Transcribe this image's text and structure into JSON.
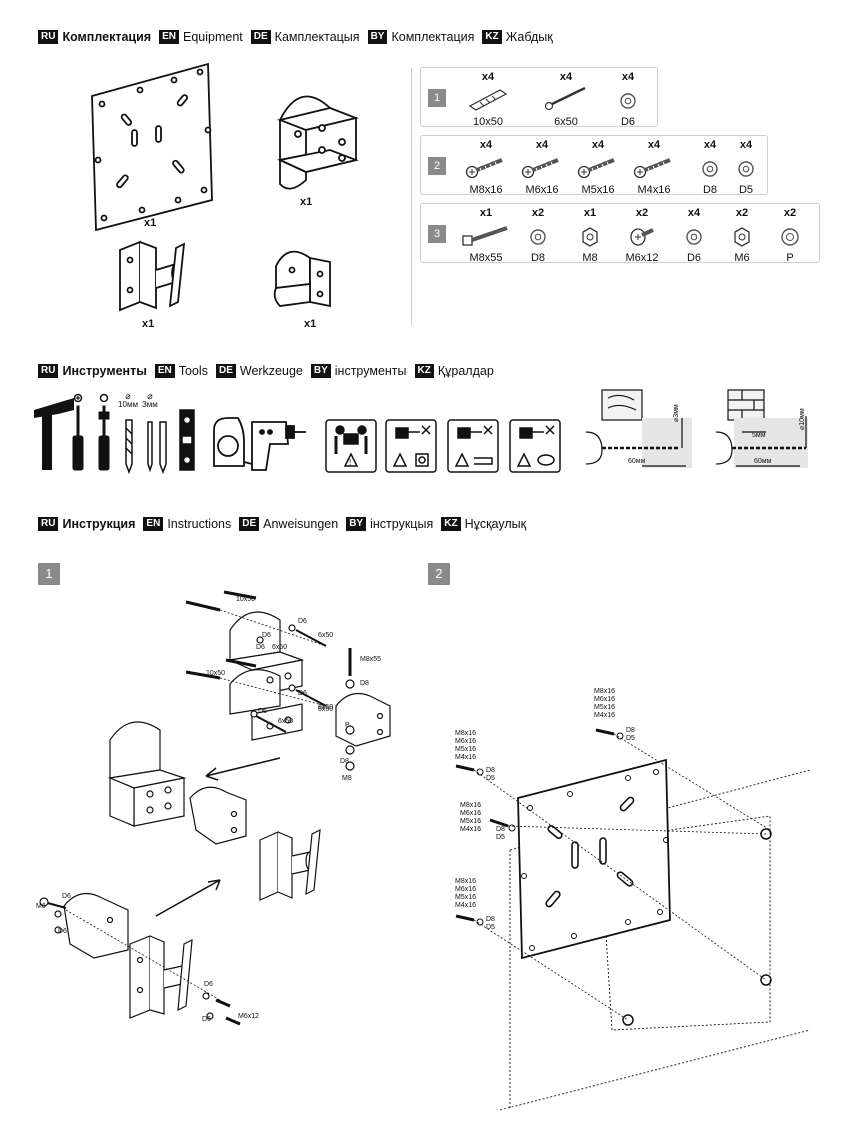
{
  "headers": {
    "equipment": [
      {
        "lang": "RU",
        "text": "Комплектация",
        "bold": true
      },
      {
        "lang": "EN",
        "text": "Equipment"
      },
      {
        "lang": "DE",
        "text": "Камплектацыя"
      },
      {
        "lang": "BY",
        "text": "Комплектация"
      },
      {
        "lang": "KZ",
        "text": "Жабдық"
      }
    ],
    "tools": [
      {
        "lang": "RU",
        "text": "Инструменты",
        "bold": true
      },
      {
        "lang": "EN",
        "text": "Tools"
      },
      {
        "lang": "DE",
        "text": "Werkzeuge"
      },
      {
        "lang": "BY",
        "text": "інструменты"
      },
      {
        "lang": "KZ",
        "text": "Құралдар"
      }
    ],
    "instructions": [
      {
        "lang": "RU",
        "text": "Инструкция",
        "bold": true
      },
      {
        "lang": "EN",
        "text": "Instructions"
      },
      {
        "lang": "DE",
        "text": "Anweisungen"
      },
      {
        "lang": "BY",
        "text": "інструкцыя"
      },
      {
        "lang": "KZ",
        "text": "Нұсқаулық"
      }
    ]
  },
  "equipment": {
    "captions": [
      "x1",
      "x1",
      "x1",
      "x1"
    ]
  },
  "kits": [
    {
      "number": "1",
      "parts": [
        {
          "qty": "x4",
          "label": "10x50",
          "icon": "dowel-icon"
        },
        {
          "qty": "x4",
          "label": "6x50",
          "icon": "wood-screw-icon"
        },
        {
          "qty": "x4",
          "label": "D6",
          "icon": "washer-icon"
        }
      ]
    },
    {
      "number": "2",
      "parts": [
        {
          "qty": "x4",
          "label": "M8x16",
          "icon": "bolt-icon"
        },
        {
          "qty": "x4",
          "label": "M6x16",
          "icon": "bolt-icon"
        },
        {
          "qty": "x4",
          "label": "M5x16",
          "icon": "bolt-icon"
        },
        {
          "qty": "x4",
          "label": "M4x16",
          "icon": "bolt-icon"
        },
        {
          "qty": "x4",
          "label": "D8",
          "icon": "washer-icon"
        },
        {
          "qty": "x4",
          "label": "D5",
          "icon": "washer-icon"
        }
      ]
    },
    {
      "number": "3",
      "parts": [
        {
          "qty": "x1",
          "label": "M8x55",
          "icon": "long-bolt-icon"
        },
        {
          "qty": "x2",
          "label": "D8",
          "icon": "washer-icon"
        },
        {
          "qty": "x1",
          "label": "M8",
          "icon": "nut-icon"
        },
        {
          "qty": "x2",
          "label": "M6x12",
          "icon": "short-bolt-icon"
        },
        {
          "qty": "x4",
          "label": "D6",
          "icon": "washer-icon"
        },
        {
          "qty": "x2",
          "label": "M6",
          "icon": "nut-icon"
        },
        {
          "qty": "x2",
          "label": "P",
          "icon": "spacer-icon"
        }
      ]
    }
  ],
  "tools": {
    "drill_labels": [
      {
        "symbol": "⌀",
        "text": "10мм"
      },
      {
        "symbol": "⌀",
        "text": "3мм"
      }
    ],
    "wood_diagram": {
      "depth": "60мм",
      "diameter": "⌀3мм"
    },
    "brick_diagram": {
      "offset": "5мм",
      "depth": "60мм",
      "diameter": "⌀10мм"
    }
  },
  "steps": [
    {
      "number": "1",
      "labels": [
        "10x50",
        "D6",
        "6x50",
        "D6",
        "6x50",
        "10x50",
        "D6",
        "6x50",
        "D6",
        "6x50",
        "D6",
        "6x50",
        "M8x55",
        "D8",
        "P",
        "D8",
        "M8",
        "D6",
        "M6",
        "D6",
        "D6",
        "D6",
        "M6x12"
      ]
    },
    {
      "number": "2",
      "bolt_group": [
        "M8x16",
        "M6x16",
        "M5x16",
        "M4x16"
      ],
      "washer_group": [
        "D8",
        "D5"
      ]
    }
  ]
}
